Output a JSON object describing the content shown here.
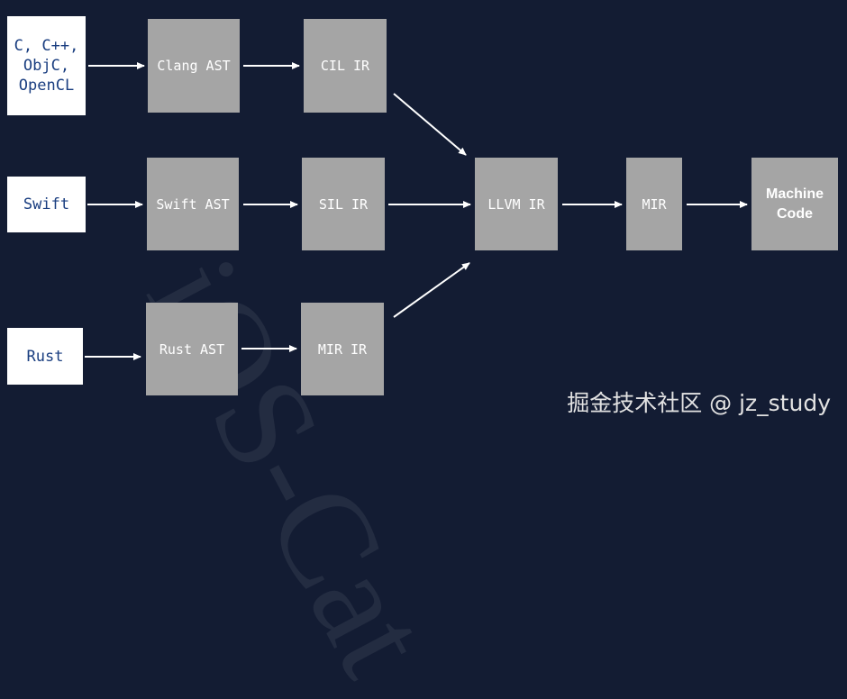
{
  "sources": {
    "c_family": "C, C++,\nObjC,\nOpenCL",
    "swift": "Swift",
    "rust": "Rust"
  },
  "nodes": {
    "clang_ast": "Clang AST",
    "cil_ir": "CIL IR",
    "swift_ast": "Swift AST",
    "sil_ir": "SIL IR",
    "rust_ast": "Rust AST",
    "mir_ir": "MIR IR",
    "llvm_ir": "LLVM IR",
    "mir": "MIR",
    "machine_code": "Machine\nCode"
  },
  "watermark": "iOS-Cat",
  "credit": "掘金技术社区 @ jz_study",
  "colors": {
    "background": "#131c33",
    "source_box": "#ffffff",
    "source_text": "#1a3e80",
    "node_box": "#a5a5a5",
    "arrow": "#ffffff"
  }
}
